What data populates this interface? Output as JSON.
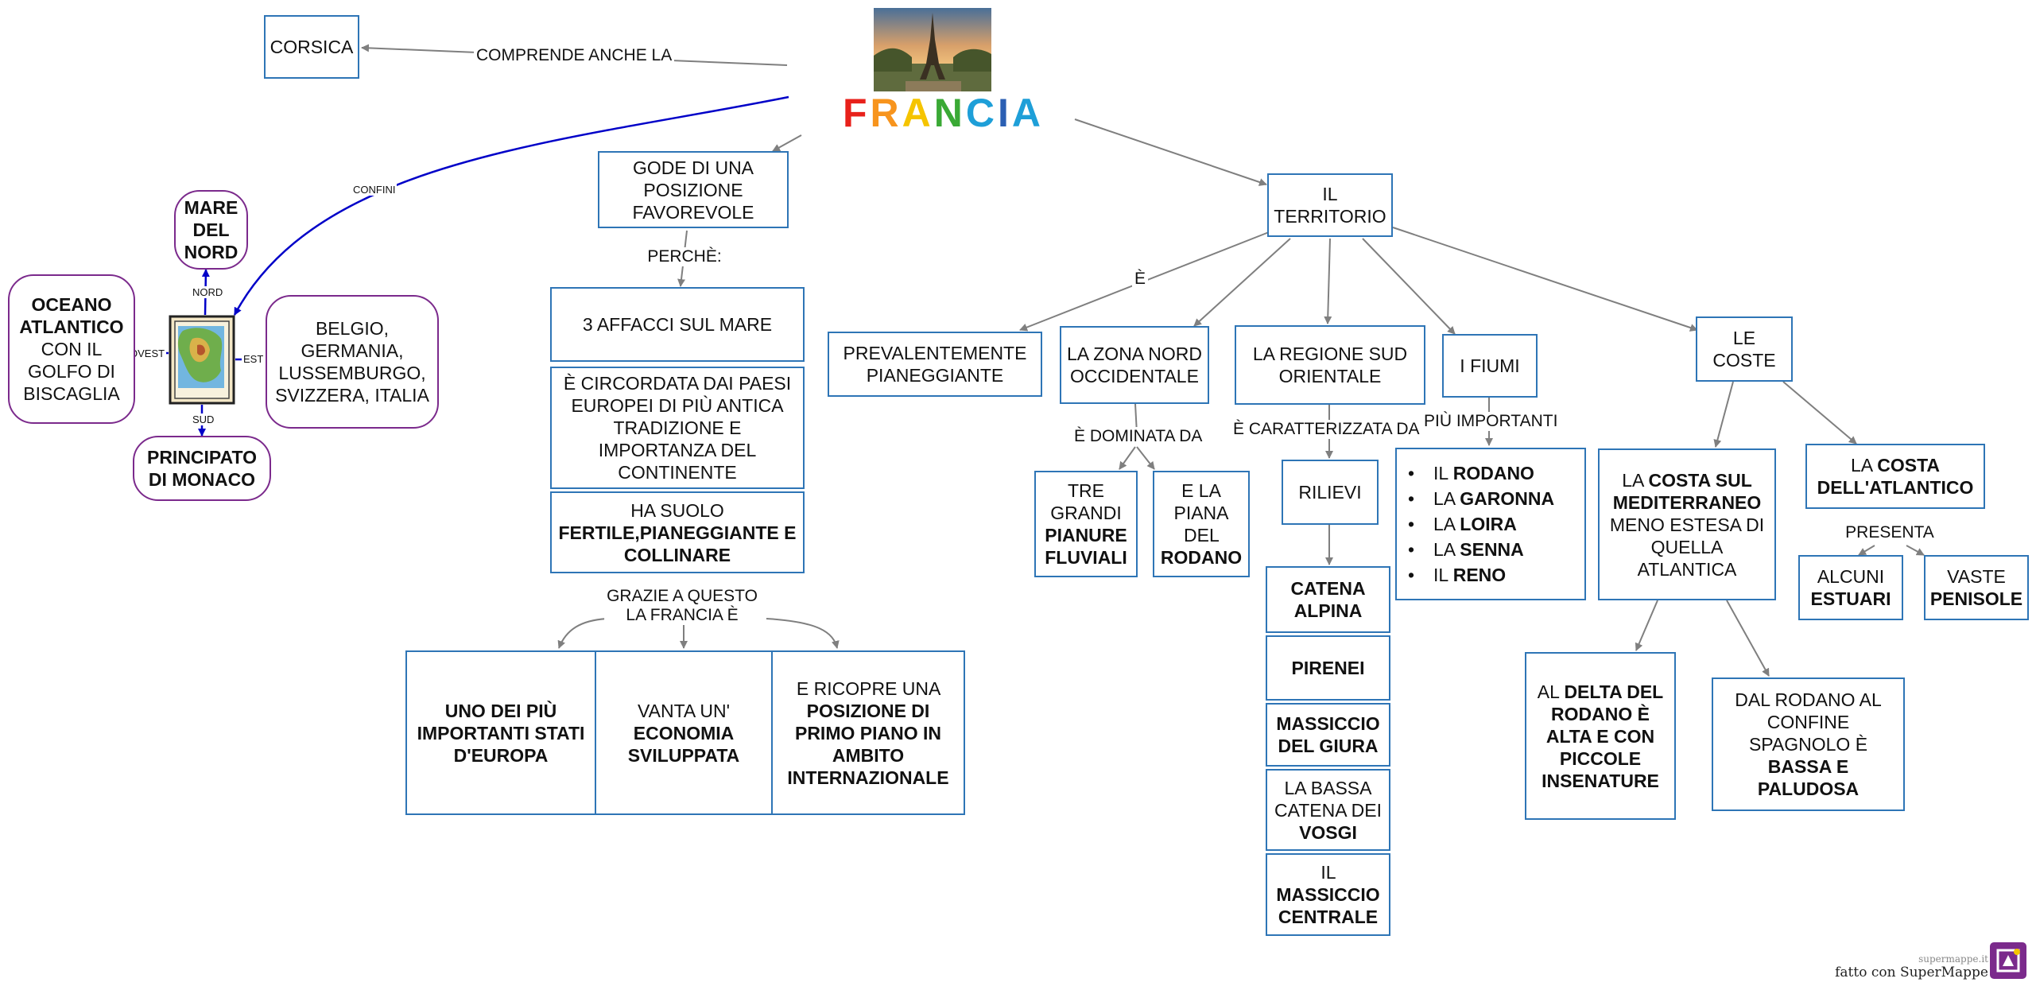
{
  "title": {
    "word": "FRANCIA",
    "letter_colors": [
      "#e8211b",
      "#f7941d",
      "#f5c400",
      "#3aa935",
      "#1e9fd8",
      "#2b5fb3",
      "#1e9fd8"
    ]
  },
  "colors": {
    "node_border": "#2e75b6",
    "purple_border": "#7b2a8c",
    "link_gray": "#7f7f7f",
    "link_blue": "#0000c8"
  },
  "corsica": {
    "label": "CORSICA",
    "link": "COMPRENDE ANCHE LA"
  },
  "borders": {
    "link": "CONFINI",
    "nord": "NORD",
    "sud": "SUD",
    "ovest": "OVEST",
    "est": "EST",
    "mare_del_nord": "MARE DEL NORD",
    "oceano": {
      "b": "OCEANO ATLANTICO",
      "t": "CON IL GOLFO DI BISCAGLIA"
    },
    "est_countries": "BELGIO, GERMANIA, LUSSEMBURGO, SVIZZERA, ITALIA",
    "monaco": "PRINCIPATO DI MONACO"
  },
  "posizione": {
    "label": "GODE DI UNA POSIZIONE FAVOREVOLE",
    "perche": "PERCHÈ:",
    "affacci": "3 AFFACCI SUL MARE",
    "circondata": "È CIRCORDATA DAI PAESI EUROPEI DI PIÙ ANTICA TRADIZIONE E IMPORTANZA DEL CONTINENTE",
    "suolo": {
      "t": "HA SUOLO",
      "b": "FERTILE,PIANEGGIANTE E COLLINARE"
    },
    "grazie_1": "GRAZIE A QUESTO",
    "grazie_2": "LA FRANCIA È",
    "stati": "UNO DEI PIÙ IMPORTANTI STATI D'EUROPA",
    "economia": {
      "t": "VANTA UN'",
      "b": "ECONOMIA SVILUPPATA"
    },
    "ricopre": {
      "t": "E RICOPRE UNA",
      "b": "POSIZIONE DI PRIMO PIANO IN AMBITO INTERNAZIONALE"
    }
  },
  "territorio": {
    "label": "IL TERRITORIO",
    "e_link": "È",
    "pianeggiante": "PREVALENTEMENTE PIANEGGIANTE",
    "nord_occ": "LA ZONA NORD OCCIDENTALE",
    "dominata": "È DOMINATA DA",
    "tre_grandi": {
      "t": "TRE GRANDI",
      "b": "PIANURE FLUVIALI"
    },
    "piana": {
      "t": "E LA PIANA DEL",
      "b": "RODANO"
    },
    "sud_or": "LA REGIONE SUD ORIENTALE",
    "caratterizzata": "È CARATTERIZZATA DA",
    "rilievi": "RILIEVI",
    "catena_alpina": "CATENA ALPINA",
    "pirenei": "PIRENEI",
    "giura": "MASSICCIO DEL GIURA",
    "vosgi": {
      "t": "LA BASSA CATENA DEI",
      "b": "VOSGI"
    },
    "centrale": {
      "t": "IL",
      "b": "MASSICCIO CENTRALE"
    },
    "fiumi": "I FIUMI",
    "piu_importanti": "PIÙ IMPORTANTI",
    "rivers": [
      {
        "pre": "IL",
        "name": "RODANO"
      },
      {
        "pre": "LA",
        "name": "GARONNA"
      },
      {
        "pre": "LA",
        "name": "LOIRA"
      },
      {
        "pre": "LA",
        "name": "SENNA"
      },
      {
        "pre": "IL",
        "name": "RENO"
      }
    ],
    "coste": "LE COSTE",
    "mediterraneo": {
      "t1": "LA",
      "b": "COSTA SUL MEDITERRANEO",
      "t2": "MENO ESTESA DI QUELLA ATLANTICA"
    },
    "atlantico": {
      "t": "LA",
      "b": "COSTA DELL'ATLANTICO"
    },
    "presenta": "PRESENTA",
    "estuari": {
      "t": "ALCUNI",
      "b": "ESTUARI"
    },
    "penisole": {
      "t": "VASTE",
      "b": "PENISOLE"
    },
    "delta": {
      "t": "AL",
      "b": "DELTA DEL RODANO È ALTA E CON PICCOLE INSENATURE"
    },
    "rodano_confine": {
      "t": "DAL RODANO AL CONFINE SPAGNOLO È",
      "b": "BASSA E PALUDOSA"
    }
  },
  "footer": {
    "site": "supermappe.it",
    "made": "fatto con SuperMappe"
  }
}
